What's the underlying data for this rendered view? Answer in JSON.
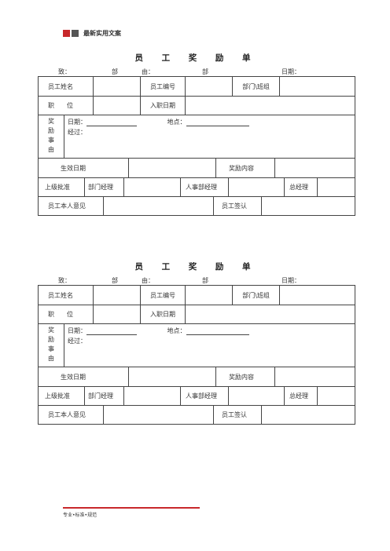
{
  "header": {
    "title": "最新实用文案",
    "square_colors": [
      "#c8282b",
      "#555555"
    ]
  },
  "form": {
    "title": "员 工 奖 励 单",
    "addr": {
      "to": "致：",
      "dept": "部",
      "from": "由：",
      "dept2": "部",
      "date": "日期："
    },
    "row1": {
      "name": "员工姓名",
      "number": "员工编号",
      "dept_group": "部门\\班组"
    },
    "row2": {
      "position": "职　　位",
      "join_date": "入职日期"
    },
    "reason": {
      "chars": [
        "奖",
        "励",
        "事",
        "由"
      ],
      "date": "日期：",
      "location": "地点：",
      "process": "经过："
    },
    "row4": {
      "effective_date": "生效日期",
      "content": "奖励内容"
    },
    "row5": {
      "approval": "上级批准",
      "dept_mgr": "部门经理",
      "hr_mgr": "人事部经理",
      "gm": "总经理"
    },
    "row6": {
      "opinion": "员工本人意见",
      "signature": "员工签认"
    }
  },
  "footer": {
    "text": "专业•标准•规范",
    "rule_color": "#c8282b"
  }
}
